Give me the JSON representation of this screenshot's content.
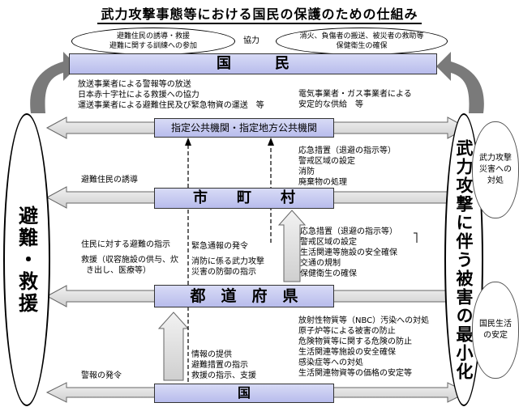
{
  "title": "武力攻撃事態等における国民の保護のための仕組み",
  "top_left_bubble": [
    "避難住民の誘導・救援",
    "避難に関する訓練への参加"
  ],
  "cooperation": "協力",
  "top_right_bubble": [
    "消火、負傷者の搬送、被災者の救助等",
    "保健衛生の確保"
  ],
  "band_kokumin": "国　　　民",
  "public_agency_items": [
    "放送事業者による警報等の放送",
    "日本赤十字社による救援への協力",
    "運送事業者による避難住民及び緊急物資の運送　等"
  ],
  "utility_items": [
    "電気事業者・ガス事業者による",
    "安定的な供給　等"
  ],
  "band_public_agency": "指定公共機関・指定地方公共機関",
  "left_column_label": "避難・救援",
  "right_column_label": "武力攻撃に伴う被害の最小化",
  "right_cloud_top": [
    "武力攻撃",
    "災害への",
    "対処"
  ],
  "right_cloud_bottom": [
    "国民生活",
    "の安定"
  ],
  "municipal_left": "避難住民の誘導",
  "municipal_right_items": [
    "応急措置（退避の指示等）",
    "警戒区域の設定",
    "消防",
    "廃棄物の処理"
  ],
  "band_municipal": "市　　町　　村",
  "pref_left_items": [
    "住民に対する避難の指示",
    "救援（収容施設の供与、炊",
    "き出し、医療等）"
  ],
  "pref_mid_items": [
    "緊急通報の発令",
    "消防に係る武力攻撃",
    "災害の防御の指示"
  ],
  "pref_right_items": [
    "応急措置（退避の指示等）",
    "警戒区域の設定",
    "生活関連等施設の安全確保",
    "交通の規制",
    "保健衛生の確保"
  ],
  "band_prefecture": "都　道　府　県",
  "nation_left": "警報の発令",
  "nation_mid_items": [
    "情報の提供",
    "避難措置の指示",
    "救援の指示、支援"
  ],
  "nation_right_items": [
    "放射性物質等（NBC）汚染への対処",
    "原子炉等による被害の防止",
    "危険物質等に関する危険の防止",
    "生活関連等施設の安全確保",
    "感染症等への対処",
    "生活関連物資等の価格の安定等"
  ],
  "band_nation": "国",
  "colors": {
    "band_fill": "#c4c8f0",
    "arrow_fill": "#7a7a7a",
    "dashed": "#000000"
  },
  "icons": {
    "arrow_double": "double-headed-arrow",
    "arrow_up": "up-arrow",
    "arrow_curve": "curved-arrow"
  }
}
